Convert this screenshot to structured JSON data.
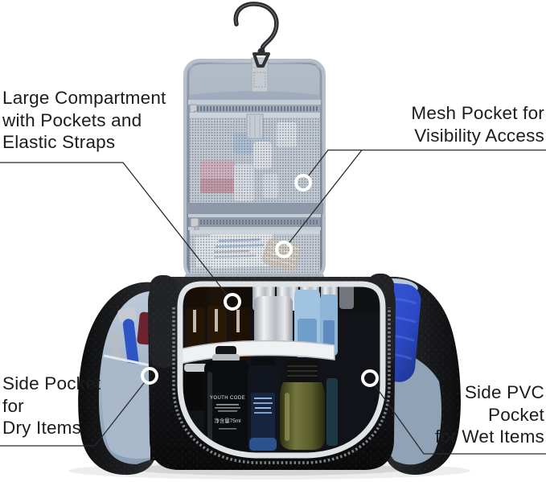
{
  "image": {
    "description": "Hanging toiletry bag with feature callouts",
    "background": "#ffffff"
  },
  "callouts": {
    "large_compartment": {
      "lines": [
        "Large Compartment",
        "with Pockets and",
        "Elastic Straps"
      ]
    },
    "mesh_pocket": {
      "lines": [
        "Mesh Pocket for",
        "Visibility Access"
      ]
    },
    "side_pocket_dry": {
      "lines": [
        "Side Pocket",
        "for",
        "Dry Items"
      ]
    },
    "side_pvc_wet": {
      "lines": [
        "Side PVC",
        "Pocket",
        "for Wet Items"
      ]
    }
  },
  "product_text": {
    "bottle_brand": "YOUTH CODE",
    "bottle_volume": "净含量75ml"
  },
  "colors": {
    "background": "#ffffff",
    "callout_text": "#1c1c1e",
    "leader_line": "#2a2a2e",
    "marker_ring": "#ffffff",
    "flap_fabric": "#93a0b0",
    "mesh": "#c7ced6",
    "bag_black": "#131416",
    "lining_blue_gray": "#a7b7c9",
    "towel_blue": "#2b49c4",
    "window_trim": "#e0e3e6"
  }
}
